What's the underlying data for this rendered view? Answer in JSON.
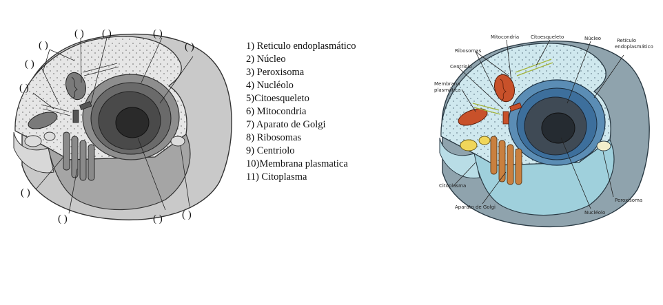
{
  "legend": [
    "1) Reticulo endoplasmático",
    "2) Núcleo",
    "3) Peroxisoma",
    "4) Nucléolo",
    "5)Citoesqueleto",
    "6) Mitocondria",
    "7) Aparato de Golgi",
    "8) Ribosomas",
    "9) Centriolo",
    "10)Membrana plasmatica",
    "11) Citoplasma"
  ],
  "blank_marker": "(     )",
  "right_labels": {
    "mitocondria": "Mitocondria",
    "citoesqueleto": "Citoesqueleto",
    "nucleo": "Núcleo",
    "reticulo_1": "Retículo",
    "reticulo_2": "endoplasmático",
    "ribosomas": "Ribosomas",
    "centriolo": "Centriolo",
    "membrana_1": "Membrana",
    "membrana_2": "plasmática",
    "citoplasma": "Citoplasma",
    "golgi": "Aparato de Golgi",
    "nucleolo": "Nucléolo",
    "peroxisoma": "Peroxisoma"
  },
  "colors": {
    "cytoplasm_left": "#e8e8e8",
    "cytoplasm_right": "#cfe8ee",
    "cut_face_left": "#9a9a9a",
    "cut_face_right": "#7f98a6",
    "nucleus_dark": "#3e3e3e",
    "nucleus_blue": "#3d6f9c",
    "mitochondria_right": "#c8512a",
    "golgi_right": "#c9803f",
    "vesicle_right": "#f0d65a"
  }
}
